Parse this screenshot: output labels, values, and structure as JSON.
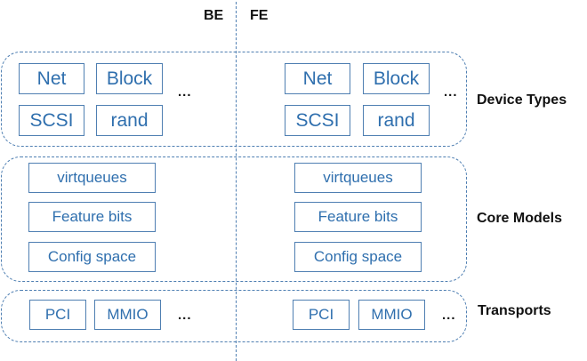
{
  "header": {
    "be_label": "BE",
    "fe_label": "FE"
  },
  "device_types": {
    "label": "Device Types",
    "items": [
      "Net",
      "Block",
      "SCSI",
      "rand"
    ],
    "more": "..."
  },
  "core_models": {
    "label": "Core Models",
    "items": [
      "virtqueues",
      "Feature bits",
      "Config space"
    ]
  },
  "transports": {
    "label": "Transports",
    "items": [
      "PCI",
      "MMIO"
    ],
    "more": "..."
  },
  "colors": {
    "accent": "#4f7fb2",
    "text": "#2f6fae"
  }
}
